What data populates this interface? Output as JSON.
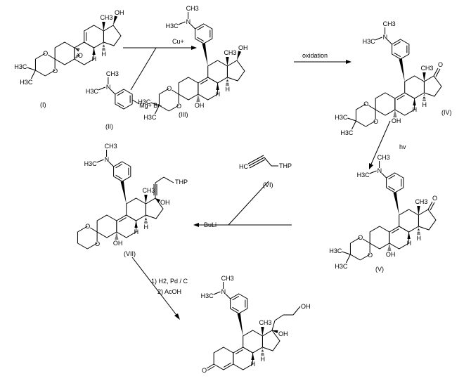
{
  "compounds": {
    "I": "(I)",
    "II": "(II)",
    "III": "(III)",
    "IV": "(IV)",
    "V": "(V)",
    "VI": "(VI)",
    "VII": "(VII)"
  },
  "reagents": {
    "cu": "Cu+",
    "oxidation": "oxidation",
    "hv": "hv",
    "buli": "BuLi",
    "step1": "1) H2, Pd / C",
    "step2": "2) AcOH"
  },
  "atoms": {
    "OH": "OH",
    "O": "O",
    "N": "N",
    "H": "H",
    "CH3": "CH3",
    "H3C": "H3C",
    "Mg": "Mg+",
    "Br": "Br-",
    "THP": "THP",
    "HC": "HC"
  }
}
